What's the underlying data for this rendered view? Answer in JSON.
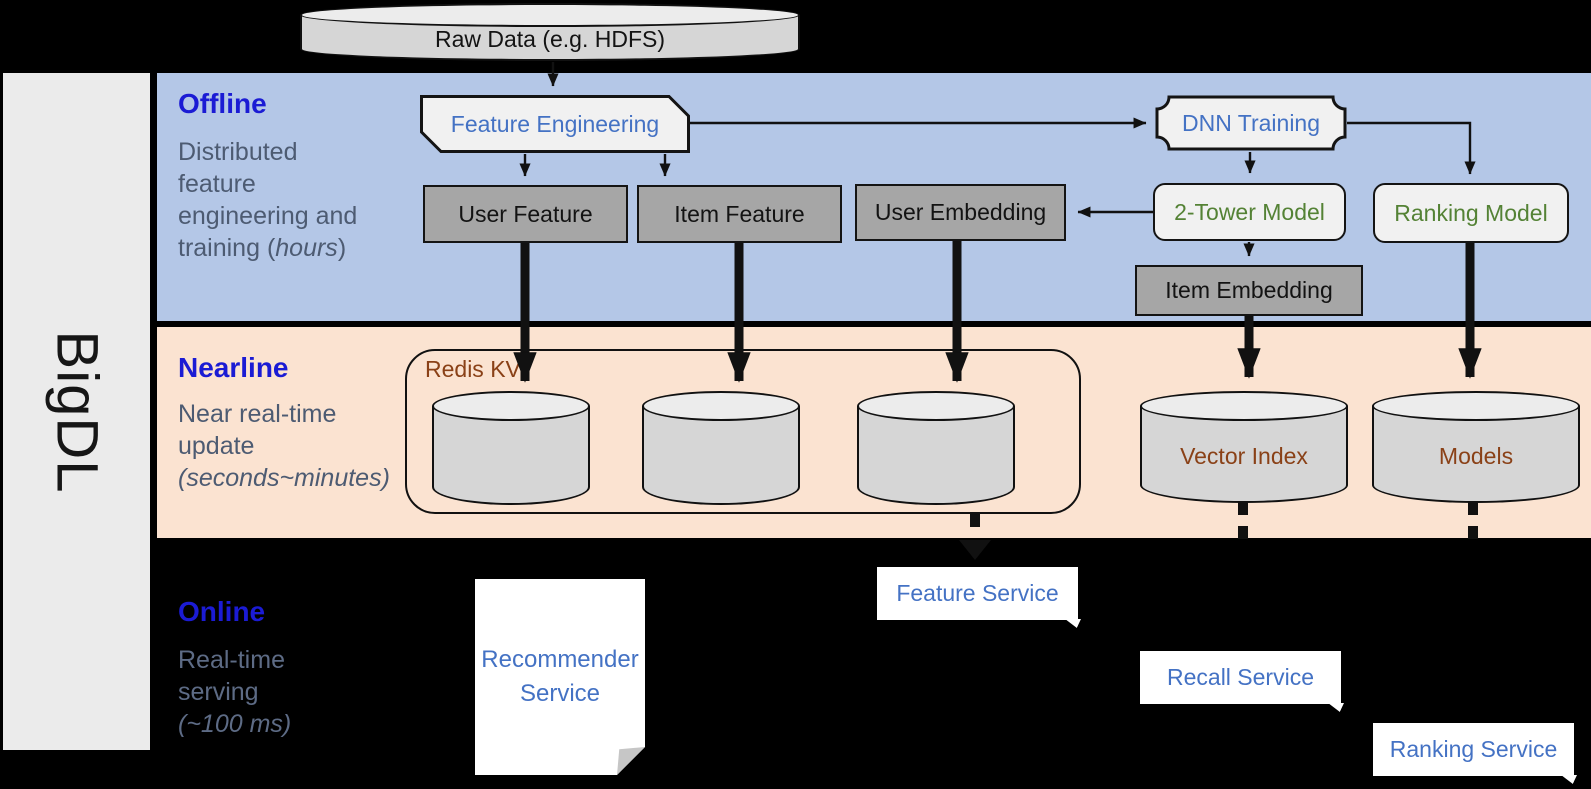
{
  "brand": "BigDL",
  "raw_data_label": "Raw Data (e.g. HDFS)",
  "sections": {
    "offline": {
      "title": "Offline",
      "desc_lines": [
        "Distributed",
        "feature",
        "engineering and"
      ],
      "tail_pre": "training (",
      "tail_italic": "hours",
      "tail_post": ")"
    },
    "nearline": {
      "title": "Nearline",
      "desc_lines": [
        "Near real-time",
        "update"
      ],
      "tail_pre": "",
      "tail_italic": "(seconds~minutes)",
      "tail_post": ""
    },
    "online": {
      "title": "Online",
      "desc_lines": [
        "Real-time",
        "serving"
      ],
      "tail_pre": "",
      "tail_italic": "(~100 ms)",
      "tail_post": ""
    }
  },
  "nodes": {
    "feature_engineering": "Feature Engineering",
    "dnn_training": "DNN Training",
    "user_feature": "User Feature",
    "item_feature": "Item Feature",
    "user_embedding": "User Embedding",
    "two_tower_model": "2-Tower Model",
    "ranking_model": "Ranking Model",
    "item_embedding": "Item Embedding",
    "redis_kv": "Redis KV",
    "vector_index": "Vector Index",
    "models": "Models",
    "recommender_service_line1": "Recommender",
    "recommender_service_line2": "Service",
    "feature_service": "Feature Service",
    "recall_service": "Recall Service",
    "ranking_service": "Ranking Service"
  },
  "colors": {
    "section_title_blue": "#1b1bd4",
    "node_label_blue": "#4472c4",
    "model_green": "#548235",
    "storage_brown": "#8a4117",
    "desc_gray": "#4d5b72",
    "band_blue": "#b4c7e7",
    "band_peach": "#fbe3d1"
  }
}
